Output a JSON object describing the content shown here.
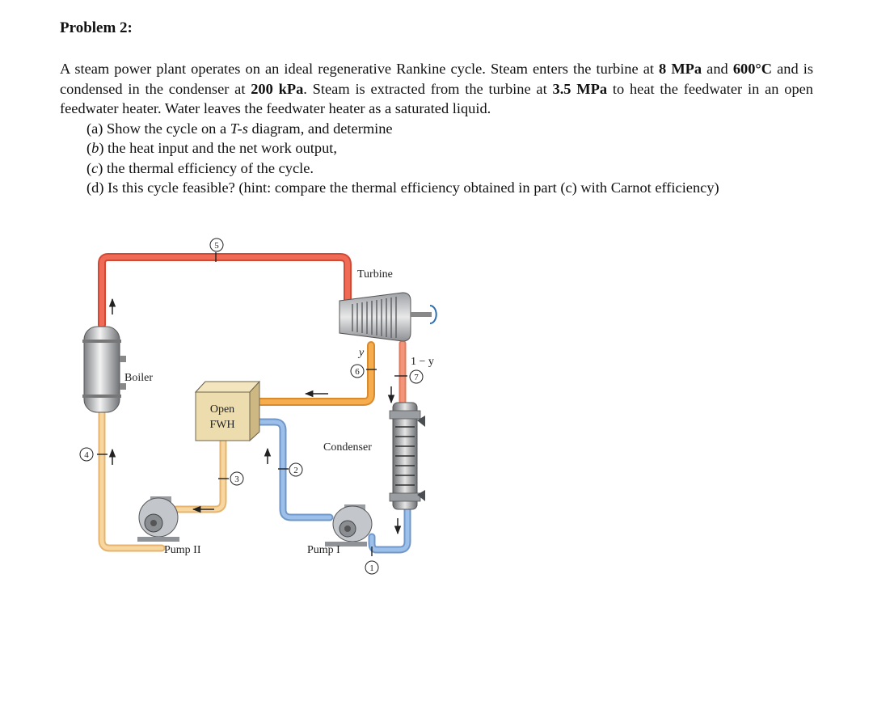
{
  "problem": {
    "title": "Problem 2:",
    "intro": [
      {
        "t": "A steam power plant operates on an ideal regenerative Rankine cycle. Steam enters the turbine at "
      },
      {
        "t": "8 MPa",
        "b": true
      },
      {
        "t": " and "
      },
      {
        "t": "600°C",
        "b": true
      },
      {
        "t": " and is condensed in the condenser at "
      },
      {
        "t": "200 kPa",
        "b": true
      },
      {
        "t": ". Steam is extracted from the turbine at "
      },
      {
        "t": "3.5 MPa",
        "b": true
      },
      {
        "t": " to heat the feedwater in an open feedwater heater. Water leaves the feedwater heater as a saturated liquid."
      }
    ],
    "parts": {
      "a": "(a) Show the cycle on a T-s diagram, and determine",
      "b": "(b) the heat input and the net work output,",
      "c": "(c) the thermal efficiency of the cycle.",
      "d": "(d) Is this cycle feasible? (hint: compare the thermal efficiency obtained in part (c) with Carnot efficiency)"
    }
  },
  "diagram": {
    "labels": {
      "turbine": "Turbine",
      "boiler": "Boiler",
      "open_fwh_line1": "Open",
      "open_fwh_line2": "FWH",
      "condenser": "Condenser",
      "pump_1": "Pump I",
      "pump_2": "Pump II",
      "y": "y",
      "one_minus_y": "1 − y"
    },
    "states": [
      "1",
      "2",
      "3",
      "4",
      "5",
      "6",
      "7"
    ],
    "colors": {
      "hot_steam": "#e8604a",
      "extraction_steam": "#f0a94a",
      "warm_water": "#f6cf93",
      "cold_water": "#8fb4e0",
      "equipment": "#b9bcbf"
    }
  }
}
